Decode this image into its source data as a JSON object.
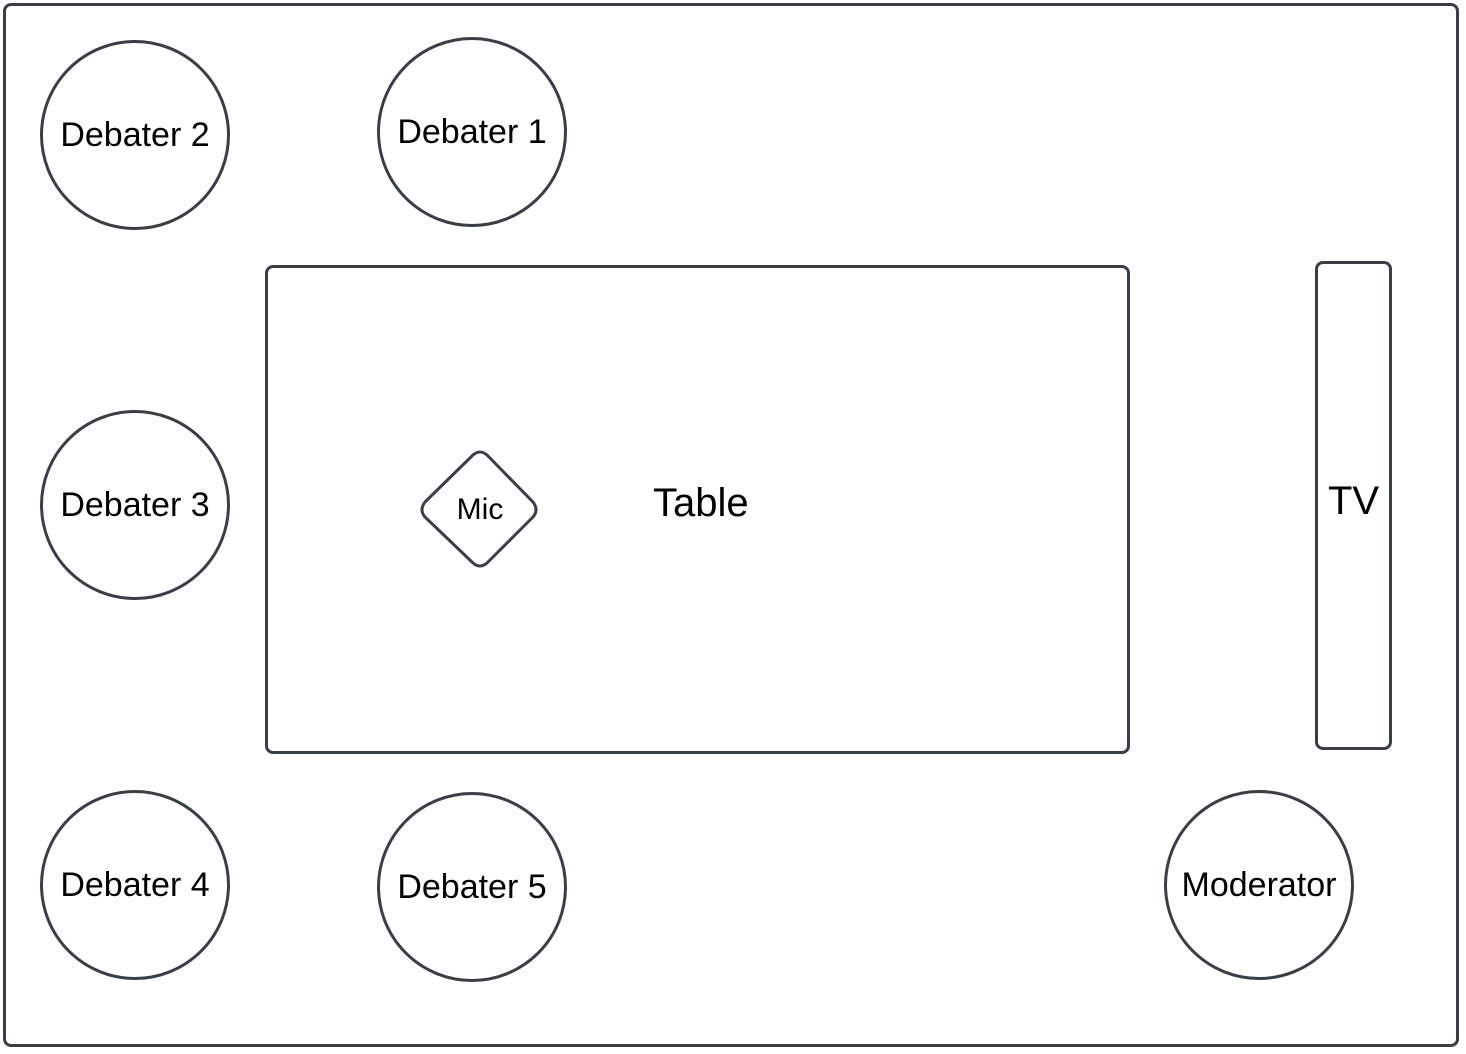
{
  "diagram": {
    "debaters": {
      "d1": "Debater 1",
      "d2": "Debater 2",
      "d3": "Debater 3",
      "d4": "Debater 4",
      "d5": "Debater 5"
    },
    "moderator": "Moderator",
    "table": "Table",
    "mic": "Mic",
    "tv": "TV"
  },
  "colors": {
    "stroke": "#3a3f47",
    "background": "#ffffff",
    "text": "#000000"
  }
}
